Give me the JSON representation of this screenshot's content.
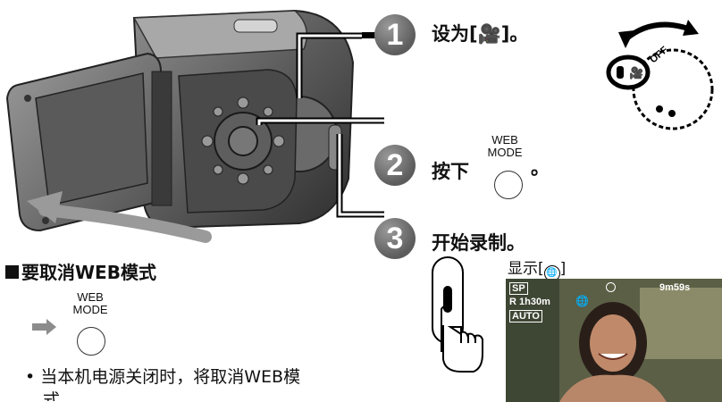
{
  "steps": [
    {
      "number": "1",
      "text": "设为[🎥]。"
    },
    {
      "number": "2",
      "text_before": "按下",
      "text_after": "。"
    },
    {
      "number": "3",
      "text": "开始录制。"
    }
  ],
  "web_mode_button": {
    "line1": "WEB",
    "line2": "MODE"
  },
  "dial": {
    "off_label": "OFF"
  },
  "display": {
    "label": "显示[",
    "label_end": "]"
  },
  "screen": {
    "quality": "SP",
    "remaining": "R 1h30m",
    "auto": "AUTO",
    "time": "9m59s"
  },
  "cancel_section": {
    "title": "要取消WEB模式",
    "note_line1": "• 当本机电源关闭时，将取消WEB模",
    "note_line2": "式。"
  }
}
